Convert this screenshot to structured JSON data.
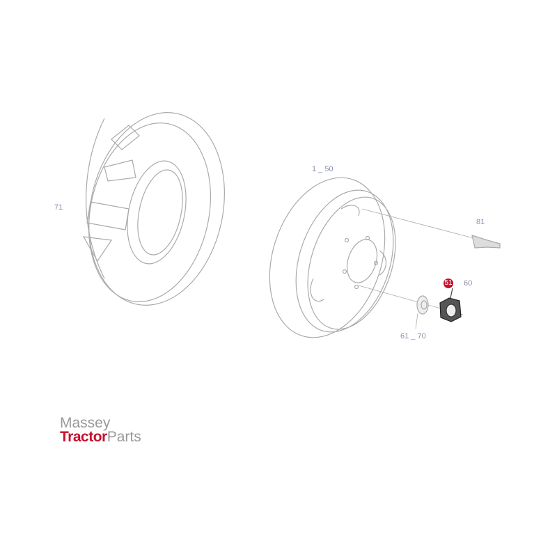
{
  "diagram": {
    "labels": {
      "tire": "71",
      "rim": "1 _ 50",
      "valve": "81",
      "nut_selected": "51",
      "nut": "60",
      "washer": "61 _ 70"
    },
    "selected_color": "#c8102e"
  },
  "logo": {
    "line1": "Massey",
    "line2a": "Tractor",
    "line2b": "Parts"
  }
}
